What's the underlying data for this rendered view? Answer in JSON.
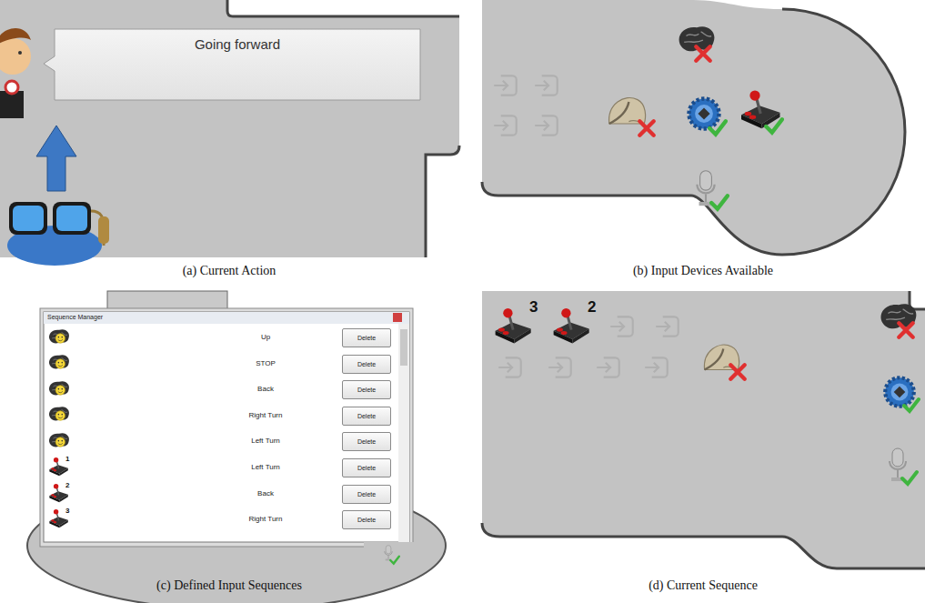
{
  "diagram": {
    "nodes": [
      {
        "text": [
          "Going forward"
        ]
      },
      {
        "text": [
          "Sequence Manager"
        ]
      },
      {
        "text": [
          "Delete"
        ],
        "in": 1
      },
      {
        "text": [
          "Delete"
        ],
        "in": 1
      },
      {
        "text": [
          "Delete"
        ],
        "in": 1
      },
      {
        "text": [
          "Delete"
        ],
        "in": 1
      },
      {
        "text": [
          "Delete"
        ],
        "in": 1
      },
      {
        "text": [
          "Delete"
        ],
        "in": 1
      },
      {
        "text": [
          "Delete"
        ],
        "in": 1
      },
      {
        "text": [
          "Delete"
        ],
        "in": 1
      }
    ],
    "labels": [
      "(a) Current Action",
      "(b) Input Devices Available",
      "(c) Defined Input Sequences",
      "(d) Current Sequence",
      "Up",
      "STOP",
      "Back",
      "Right Turn",
      "Left Turn",
      "Left Turn",
      "Back",
      "Right Turn",
      "1",
      "2",
      "3",
      "3",
      "2"
    ]
  }
}
